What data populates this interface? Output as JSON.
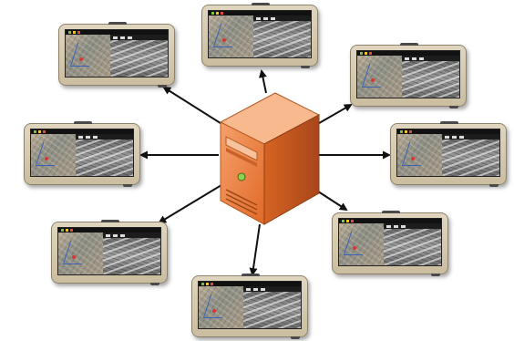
{
  "colors": {
    "arrow": "#111111",
    "server_front": "#e8793a",
    "server_side": "#c2561b",
    "server_top": "#f6a06a",
    "tablet_frame": "#d6cbb3"
  },
  "nodes": {
    "server": {
      "icon": "server-tower-icon"
    },
    "tablets": [
      {
        "id": "top-left"
      },
      {
        "id": "top"
      },
      {
        "id": "top-right"
      },
      {
        "id": "left"
      },
      {
        "id": "right"
      },
      {
        "id": "bottom-left"
      },
      {
        "id": "bottom-right"
      },
      {
        "id": "bottom"
      }
    ]
  }
}
